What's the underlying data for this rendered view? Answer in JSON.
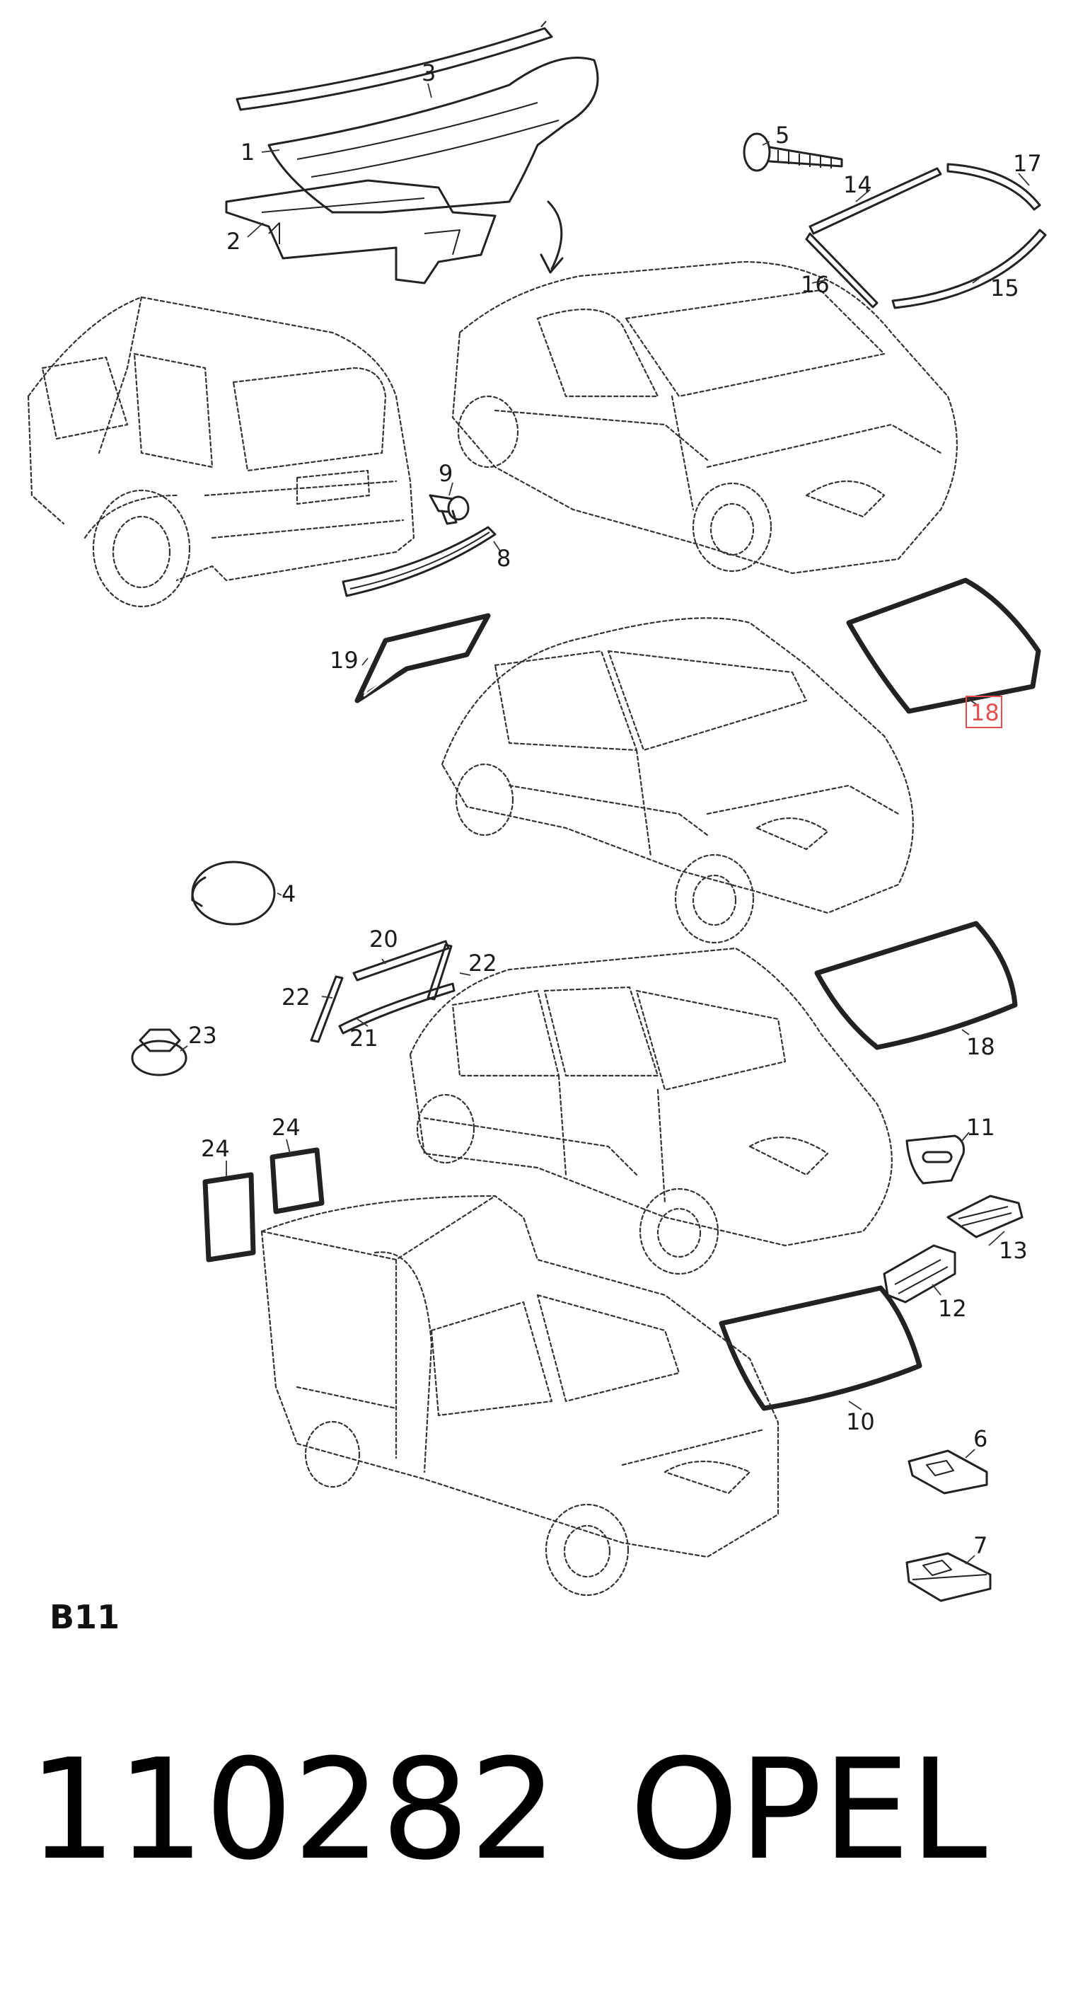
{
  "callouts": [
    {
      "id": "1",
      "text": "1"
    },
    {
      "id": "2",
      "text": "2"
    },
    {
      "id": "3",
      "text": "3"
    },
    {
      "id": "4",
      "text": "4"
    },
    {
      "id": "5",
      "text": "5"
    },
    {
      "id": "6",
      "text": "6"
    },
    {
      "id": "7",
      "text": "7"
    },
    {
      "id": "8",
      "text": "8"
    },
    {
      "id": "9",
      "text": "9"
    },
    {
      "id": "10",
      "text": "10"
    },
    {
      "id": "11",
      "text": "11"
    },
    {
      "id": "12",
      "text": "12"
    },
    {
      "id": "13",
      "text": "13"
    },
    {
      "id": "14",
      "text": "14"
    },
    {
      "id": "15",
      "text": "15"
    },
    {
      "id": "16",
      "text": "16"
    },
    {
      "id": "17",
      "text": "17"
    },
    {
      "id": "18a",
      "text": "18",
      "highlighted": true,
      "highlight_color": "#e05050"
    },
    {
      "id": "18b",
      "text": "18"
    },
    {
      "id": "19",
      "text": "19"
    },
    {
      "id": "20",
      "text": "20"
    },
    {
      "id": "21",
      "text": "21"
    },
    {
      "id": "22a",
      "text": "22"
    },
    {
      "id": "22b",
      "text": "22"
    },
    {
      "id": "23",
      "text": "23"
    },
    {
      "id": "24a",
      "text": "24"
    },
    {
      "id": "24b",
      "text": "24"
    }
  ],
  "section_code": "B11",
  "part_number": "110282",
  "brand": "OPEL",
  "colors": {
    "line": "#222222",
    "highlight": "#e05050",
    "background": "#ffffff"
  }
}
